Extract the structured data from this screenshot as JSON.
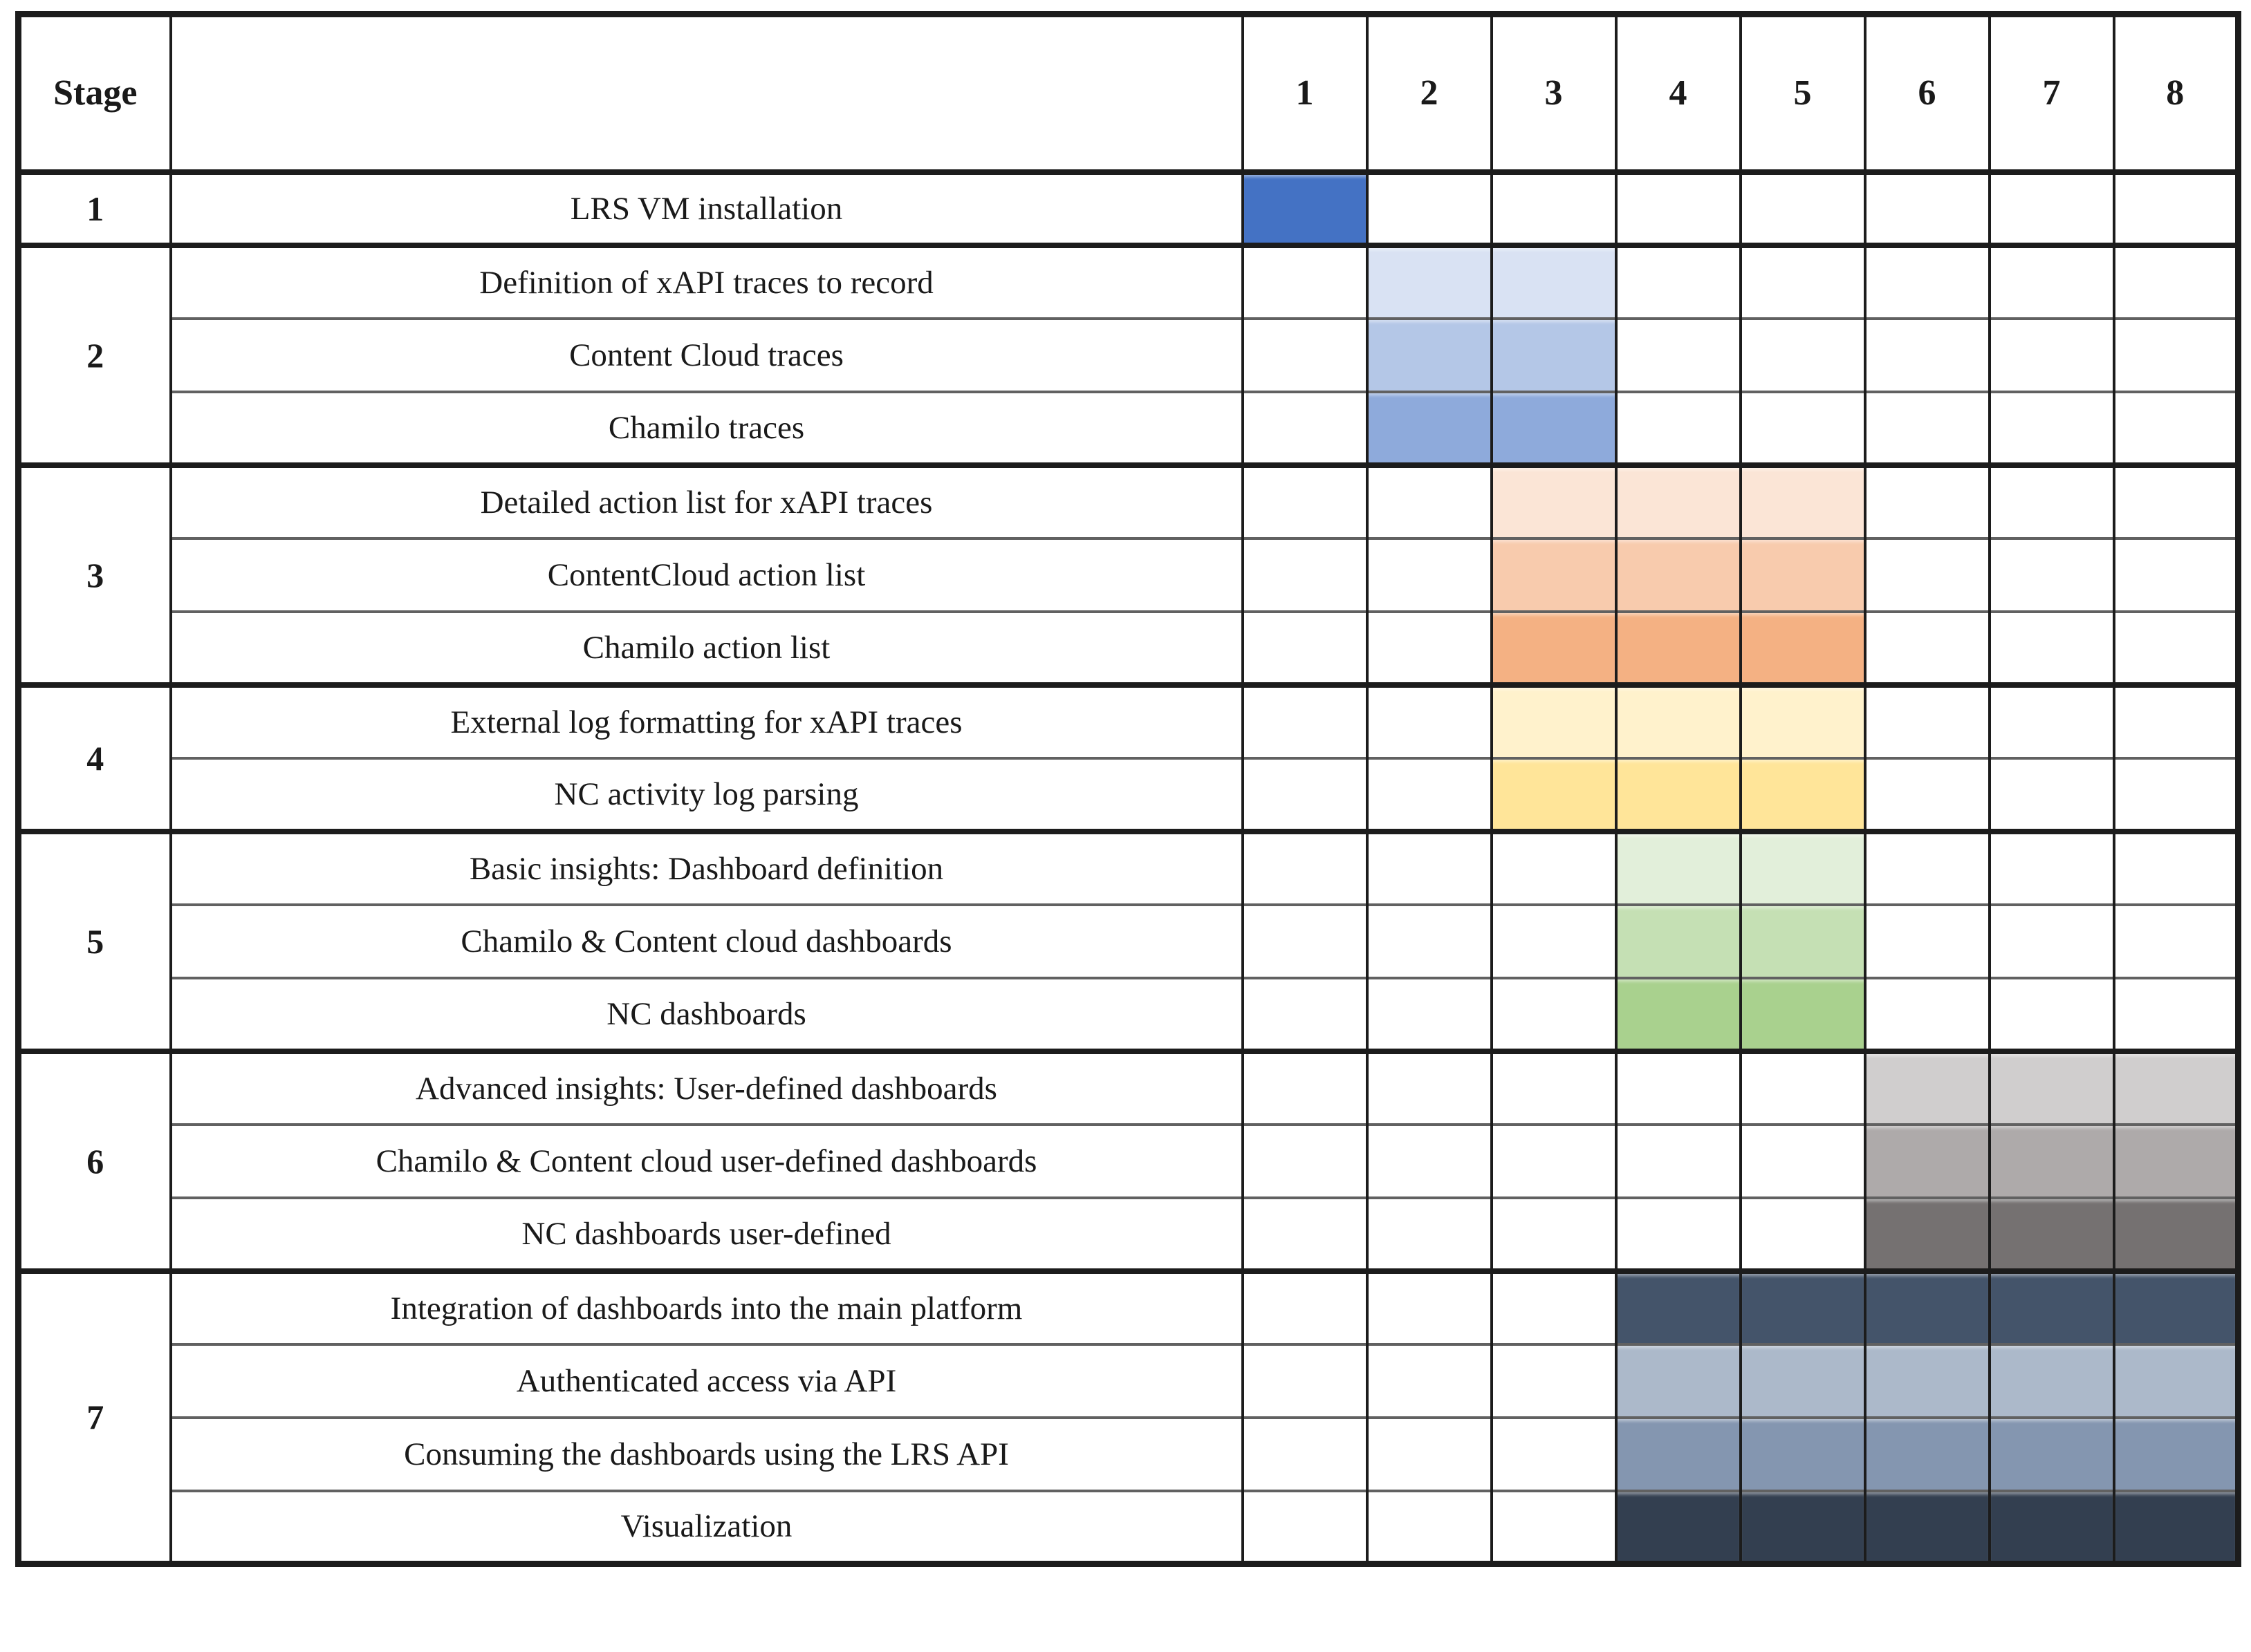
{
  "header": {
    "stage_label": "Stage",
    "task_label": "",
    "periods": [
      "1",
      "2",
      "3",
      "4",
      "5",
      "6",
      "7",
      "8"
    ]
  },
  "colors": {
    "grid_line": "#1c1c1c",
    "inner_divider": "#616161",
    "text": "#1a1a1a"
  },
  "chart_data": {
    "type": "table",
    "subtype": "gantt",
    "title": "",
    "columns": [
      "Stage",
      "",
      "1",
      "2",
      "3",
      "4",
      "5",
      "6",
      "7",
      "8"
    ],
    "periods": [
      "1",
      "2",
      "3",
      "4",
      "5",
      "6",
      "7",
      "8"
    ],
    "rows": [
      {
        "stage": "1",
        "task": "LRS VM installation",
        "start": 1,
        "end": 1,
        "color": "#4472C4"
      },
      {
        "stage": "2",
        "task": "Definition of xAPI traces to record",
        "start": 2,
        "end": 3,
        "color": "#D9E2F3"
      },
      {
        "stage": "2",
        "task": "Content Cloud traces",
        "start": 2,
        "end": 3,
        "color": "#B4C7E7"
      },
      {
        "stage": "2",
        "task": "Chamilo traces",
        "start": 2,
        "end": 3,
        "color": "#8EAADB"
      },
      {
        "stage": "3",
        "task": "Detailed action list for xAPI traces",
        "start": 3,
        "end": 5,
        "color": "#FBE5D6"
      },
      {
        "stage": "3",
        "task": "ContentCloud action list",
        "start": 3,
        "end": 5,
        "color": "#F8CBAD"
      },
      {
        "stage": "3",
        "task": "Chamilo action list",
        "start": 3,
        "end": 5,
        "color": "#F4B183"
      },
      {
        "stage": "4",
        "task": "External log formatting for xAPI traces",
        "start": 3,
        "end": 5,
        "color": "#FFF2CC"
      },
      {
        "stage": "4",
        "task": "NC activity log parsing",
        "start": 3,
        "end": 5,
        "color": "#FFE599"
      },
      {
        "stage": "5",
        "task": "Basic insights: Dashboard definition",
        "start": 4,
        "end": 5,
        "color": "#E2EFDA"
      },
      {
        "stage": "5",
        "task": "Chamilo & Content cloud dashboards",
        "start": 4,
        "end": 5,
        "color": "#C5E0B4"
      },
      {
        "stage": "5",
        "task": "NC dashboards",
        "start": 4,
        "end": 5,
        "color": "#A9D18E"
      },
      {
        "stage": "6",
        "task": "Advanced insights: User-defined dashboards",
        "start": 6,
        "end": 8,
        "color": "#D0CECE"
      },
      {
        "stage": "6",
        "task": "Chamilo & Content cloud user-defined dashboards",
        "start": 6,
        "end": 8,
        "color": "#AEAAAA"
      },
      {
        "stage": "6",
        "task": "NC dashboards user-defined",
        "start": 6,
        "end": 8,
        "color": "#757171"
      },
      {
        "stage": "7",
        "task": "Integration of dashboards into the main platform",
        "start": 4,
        "end": 8,
        "color": "#44546A"
      },
      {
        "stage": "7",
        "task": "Authenticated access via API",
        "start": 4,
        "end": 8,
        "color": "#ACB9CA"
      },
      {
        "stage": "7",
        "task": "Consuming the dashboards using the LRS API",
        "start": 4,
        "end": 8,
        "color": "#8496B0"
      },
      {
        "stage": "7",
        "task": "Visualization",
        "start": 4,
        "end": 8,
        "color": "#333F50"
      }
    ]
  }
}
